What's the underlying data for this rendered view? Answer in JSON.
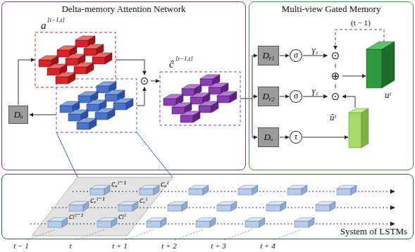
{
  "diagram": {
    "nodes": [
      {
        "text": [
          "Delta-memory Attention Network"
        ]
      },
      {
        "text": [
          "Dₐ"
        ],
        "in": 0
      },
      {
        "text": [
          "⊙"
        ],
        "in": 0
      },
      {
        "text": [
          "Multi-view Gated Memory"
        ]
      },
      {
        "text": [
          "Dᵧ₁"
        ],
        "in": 3
      },
      {
        "text": [
          "σ"
        ],
        "in": 3
      },
      {
        "text": [
          "⊙"
        ],
        "in": 3
      },
      {
        "text": [
          "Dᵧ₂"
        ],
        "in": 3
      },
      {
        "text": [
          "σ"
        ],
        "in": 3
      },
      {
        "text": [
          "⊕"
        ],
        "in": 3
      },
      {
        "text": [
          "⊙"
        ],
        "in": 3
      },
      {
        "text": [
          "Dᵤ"
        ],
        "in": 3
      },
      {
        "text": [
          "τ"
        ],
        "in": 3
      },
      {
        "text": [
          "System of LSTMs"
        ]
      }
    ],
    "edges": [
      {
        "from": 4,
        "to": 5,
        "arrow": "to"
      },
      {
        "from": 5,
        "to": 6,
        "arrow": "to",
        "label": "γ₁"
      },
      {
        "from": 7,
        "to": 8,
        "arrow": "to"
      },
      {
        "from": 8,
        "to": 10,
        "arrow": "to",
        "label": "γ₂"
      },
      {
        "from": 11,
        "to": 12,
        "arrow": "to"
      },
      {
        "from": 6,
        "to": 9,
        "arrow": "none"
      },
      {
        "from": 10,
        "to": 9,
        "arrow": "none"
      }
    ],
    "labels": [
      "a",
      "[t−1,t]",
      "ĉ",
      "[t−1,t]",
      "(t − 1)",
      "uᵗ",
      "ûᵗ",
      "cₐᵗ⁻¹",
      "cₐᵗ",
      "cᵥᵗ⁻¹",
      "cᵥᵗ",
      "cₗᵗ⁻¹",
      "cₗᵗ",
      "t − 1",
      "t",
      "t + 1",
      "t + 2",
      "t + 3",
      "t + 4"
    ]
  }
}
